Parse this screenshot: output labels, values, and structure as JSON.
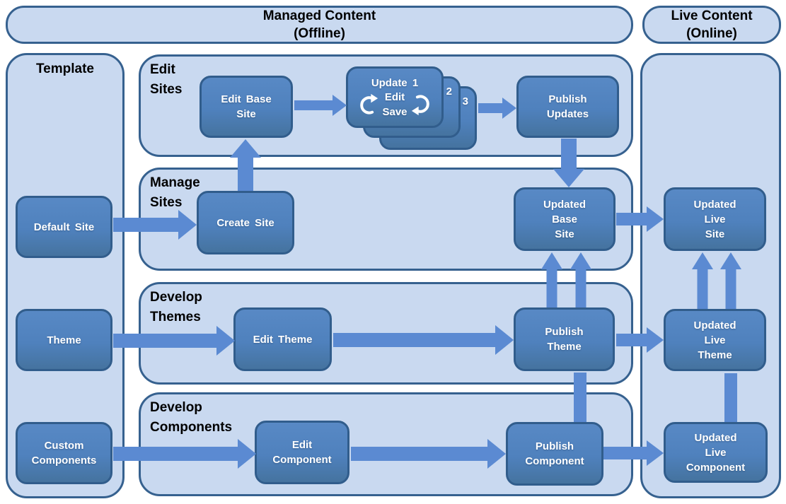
{
  "colors": {
    "panel_fill": "#c9d9f0",
    "panel_border": "#36618f",
    "node_fill": "#4f81bd",
    "node_border": "#315d8c",
    "arrow": "#5b8ad2",
    "header_text": "#000000",
    "node_text": "#ffffff"
  },
  "headers": {
    "managed": [
      "Managed Content",
      "(Offline)"
    ],
    "live": [
      "Live Content",
      "(Online)"
    ]
  },
  "panels": {
    "template": [
      "Template"
    ],
    "edit_sites": [
      "Edit",
      "Sites"
    ],
    "manage_sites": [
      "Manage",
      "Sites"
    ],
    "develop_themes": [
      "Develop",
      "Themes"
    ],
    "develop_components": [
      "Develop",
      "Components"
    ]
  },
  "nodes": {
    "edit_base_site": [
      "Edit Base",
      "Site"
    ],
    "update_card": {
      "title": "Update 1",
      "line1": "Edit",
      "line2": "Save",
      "num2": "2",
      "num3": "3"
    },
    "publish_updates": [
      "Publish",
      "Updates"
    ],
    "default_site": [
      "Default Site"
    ],
    "create_site": [
      "Create Site"
    ],
    "updated_base_site": [
      "Updated",
      "Base",
      "Site"
    ],
    "updated_live_site": [
      "Updated",
      "Live",
      "Site"
    ],
    "theme": [
      "Theme"
    ],
    "edit_theme": [
      "Edit Theme"
    ],
    "publish_theme": [
      "Publish",
      "Theme"
    ],
    "updated_live_theme": [
      "Updated",
      "Live",
      "Theme"
    ],
    "custom_components": [
      "Custom",
      "Components"
    ],
    "edit_component": [
      "Edit",
      "Component"
    ],
    "publish_component": [
      "Publish",
      "Component"
    ],
    "updated_live_component": [
      "Updated",
      "Live",
      "Component"
    ]
  },
  "icons": {
    "cycle_left": "clockwise-arc-arrow",
    "cycle_right": "clockwise-arc-arrow"
  }
}
